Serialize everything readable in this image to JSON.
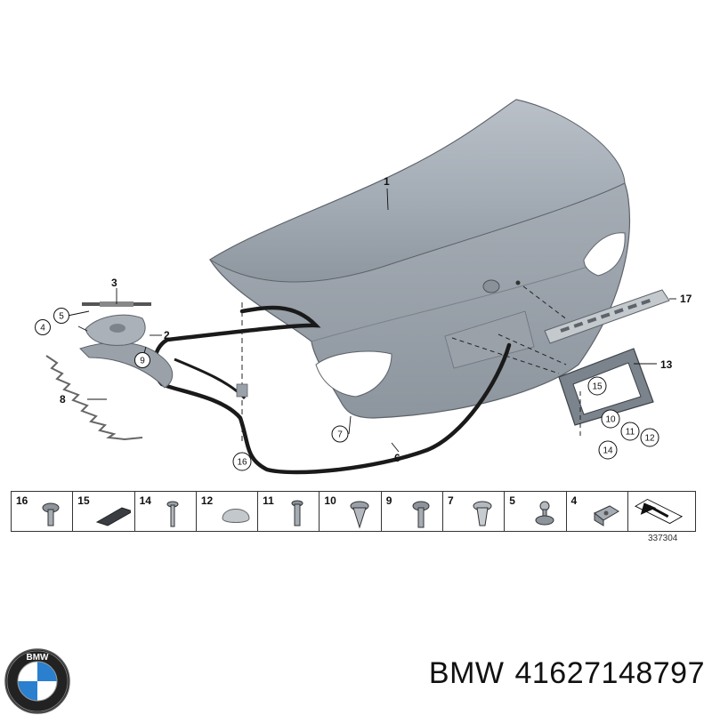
{
  "diagram": {
    "callouts": {
      "c1": "1",
      "c2": "2",
      "c3": "3",
      "c4": "4",
      "c5": "5",
      "c6": "6",
      "c7": "7",
      "c8": "8",
      "c9": "9",
      "c10": "10",
      "c11": "11",
      "c12": "12",
      "c13": "13",
      "c14": "14",
      "c15": "15",
      "c16": "16",
      "c17": "17"
    }
  },
  "parts_strip": {
    "items": [
      {
        "number": "16",
        "icon": "screw-with-washer-icon"
      },
      {
        "number": "15",
        "icon": "foam-pad-icon"
      },
      {
        "number": "14",
        "icon": "bolt-icon"
      },
      {
        "number": "12",
        "icon": "cap-icon"
      },
      {
        "number": "11",
        "icon": "screw-icon"
      },
      {
        "number": "10",
        "icon": "expanding-clip-icon"
      },
      {
        "number": "9",
        "icon": "collar-bolt-icon"
      },
      {
        "number": "7",
        "icon": "push-rivet-icon"
      },
      {
        "number": "5",
        "icon": "ball-stud-icon"
      },
      {
        "number": "4",
        "icon": "clip-nut-icon"
      },
      {
        "number": "",
        "icon": "direction-arrow-icon"
      }
    ],
    "diagram_code": "337304"
  },
  "footer": {
    "logo_icon": "bmw-logo-icon",
    "logo_text": "BMW",
    "brand": "BMW",
    "part_number": "41627148797"
  }
}
